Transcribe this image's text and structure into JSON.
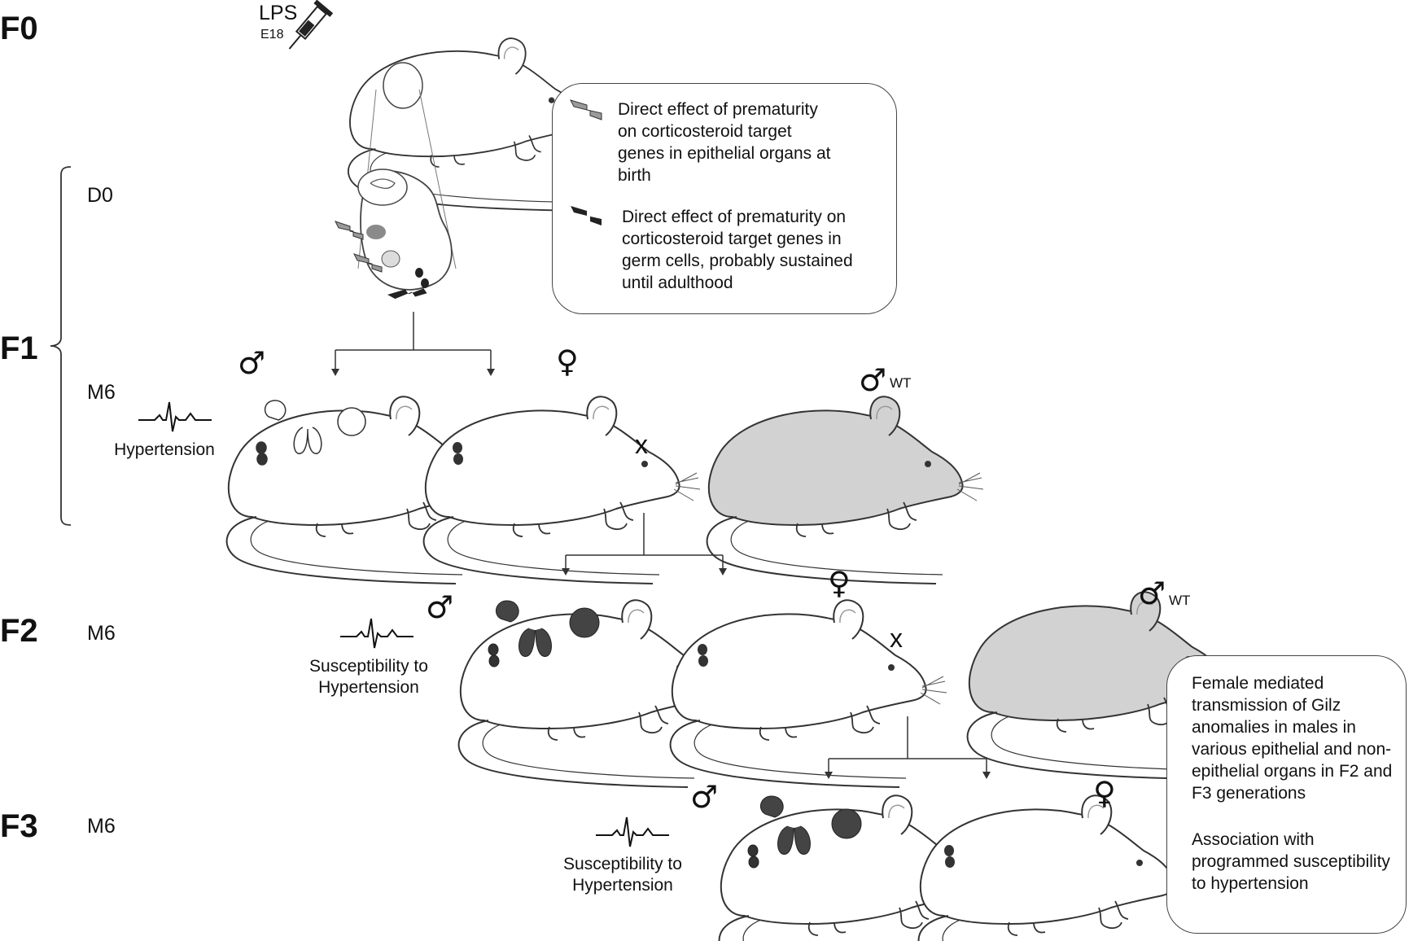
{
  "generations": {
    "f0": "F0",
    "f1": "F1",
    "f2": "F2",
    "f3": "F3"
  },
  "stages": {
    "f1_d0": "D0",
    "f1_m6": "M6",
    "f2_m6": "M6",
    "f3_m6": "M6"
  },
  "treatment": {
    "agent": "LPS",
    "timing": "E18"
  },
  "symbols": {
    "male": "♂",
    "female": "♀",
    "cross": "x",
    "wild_type": "WT"
  },
  "phenotypes": {
    "f1_male": "Hypertension",
    "f2_male": [
      "Susceptibility to",
      "Hypertension"
    ],
    "f3_male": [
      "Susceptibility to",
      "Hypertension"
    ]
  },
  "legend": {
    "light_arrow_text": [
      "Direct effect of prematurity",
      "on corticosteroid target",
      "genes in epithelial organs at",
      "birth"
    ],
    "dark_arrow_text": [
      "Direct effect of prematurity on",
      "corticosteroid target genes in",
      "germ cells, probably sustained",
      "until adulthood"
    ]
  },
  "summary": {
    "paragraph1": [
      "Female mediated",
      "transmission of  Gilz",
      "anomalies in males in",
      "various epithelial and non-",
      "epithelial organs in F2 and",
      "F3 generations"
    ],
    "paragraph2": [
      "Association with",
      "programmed susceptibility",
      "to hypertension"
    ]
  },
  "colors": {
    "mouse_fill": "#ffffff",
    "wt_mouse_fill": "#d2d2d2",
    "affected_organ_f1": "#ffffff",
    "affected_organ_f2_f3": "#444444",
    "light_arrow": "#9a9a9a",
    "dark_arrow": "#333333"
  }
}
